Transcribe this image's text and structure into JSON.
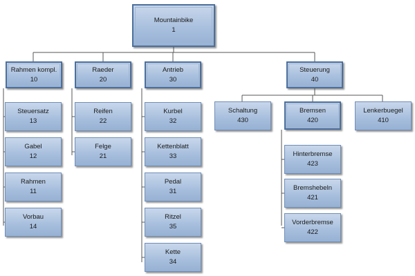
{
  "nodes": {
    "root": {
      "name": "Mountainbike",
      "code": "1"
    },
    "rahmen_kompl": {
      "name": "Rahmen kompl.",
      "code": "10"
    },
    "raeder": {
      "name": "Raeder",
      "code": "20"
    },
    "antrieb": {
      "name": "Antrieb",
      "code": "30"
    },
    "steuerung": {
      "name": "Steuerung",
      "code": "40"
    },
    "steuersatz": {
      "name": "Steuersatz",
      "code": "13"
    },
    "gabel": {
      "name": "Gabel",
      "code": "12"
    },
    "rahmen": {
      "name": "Rahmen",
      "code": "11"
    },
    "vorbau": {
      "name": "Vorbau",
      "code": "14"
    },
    "reifen": {
      "name": "Reifen",
      "code": "22"
    },
    "felge": {
      "name": "Felge",
      "code": "21"
    },
    "kurbel": {
      "name": "Kurbel",
      "code": "32"
    },
    "kettenblatt": {
      "name": "Kettenblatt",
      "code": "33"
    },
    "pedal": {
      "name": "Pedal",
      "code": "31"
    },
    "ritzel": {
      "name": "Ritzel",
      "code": "35"
    },
    "kette": {
      "name": "Kette",
      "code": "34"
    },
    "schaltung": {
      "name": "Schaltung",
      "code": "430"
    },
    "bremsen": {
      "name": "Bremsen",
      "code": "420"
    },
    "lenkerbuegel": {
      "name": "Lenkerbuegel",
      "code": "410"
    },
    "hinterbremse": {
      "name": "Hinterbremse",
      "code": "423"
    },
    "bremshebeln": {
      "name": "Bremshebeln",
      "code": "421"
    },
    "vorderbremse": {
      "name": "Vorderbremse",
      "code": "422"
    }
  },
  "colors": {
    "box_fill_top": "#c8d7eb",
    "box_fill_bottom": "#97b1d4",
    "box_border": "#6f8db5",
    "connector": "#555555"
  }
}
